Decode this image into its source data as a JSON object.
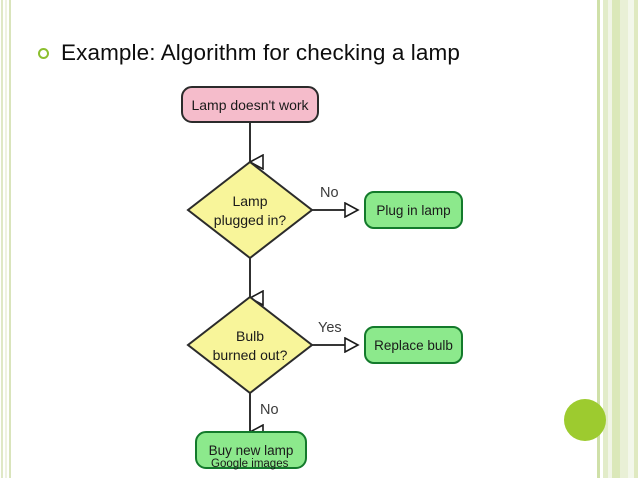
{
  "slide": {
    "title": "Example: Algorithm for checking a lamp",
    "bullet_icon": "circle-outline-bullet",
    "caption": "Google images",
    "accent_color": "#8cbf2f",
    "circle_color": "#9dcb2f",
    "background": "#ffffff"
  },
  "flowchart": {
    "type": "flowchart",
    "palette": {
      "start_fill": "#f5bccb",
      "start_stroke": "#2b2b2b",
      "decision_fill": "#f8f59a",
      "decision_stroke": "#2b2b2b",
      "action_fill": "#8ce98c",
      "action_stroke": "#137a2b",
      "connector": "#1a1a1a",
      "label_text": "#3b3b3b",
      "node_text": "#1a1a1a"
    },
    "nodes": [
      {
        "id": "start",
        "shape": "rounded-rect",
        "label": "Lamp doesn't work",
        "kind": "start"
      },
      {
        "id": "plugged",
        "shape": "diamond",
        "label": "Lamp plugged in?",
        "kind": "decision",
        "line1": "Lamp",
        "line2": "plugged in?"
      },
      {
        "id": "plug_in",
        "shape": "rounded-rect",
        "label": "Plug in lamp",
        "kind": "action"
      },
      {
        "id": "burned",
        "shape": "diamond",
        "label": "Bulb burned out?",
        "kind": "decision",
        "line1": "Bulb",
        "line2": "burned out?"
      },
      {
        "id": "replace",
        "shape": "rounded-rect",
        "label": "Replace bulb",
        "kind": "action"
      },
      {
        "id": "buy",
        "shape": "rounded-rect",
        "label": "Buy new lamp",
        "kind": "action"
      }
    ],
    "edges": [
      {
        "from": "start",
        "to": "plugged",
        "label": "",
        "direction": "down"
      },
      {
        "from": "plugged",
        "to": "plug_in",
        "label": "No",
        "direction": "right"
      },
      {
        "from": "plugged",
        "to": "burned",
        "label": "",
        "direction": "down"
      },
      {
        "from": "burned",
        "to": "replace",
        "label": "Yes",
        "direction": "right"
      },
      {
        "from": "burned",
        "to": "buy",
        "label": "No",
        "direction": "down"
      }
    ],
    "edge_labels": {
      "no1": "No",
      "yes1": "Yes",
      "no2": "No"
    }
  }
}
